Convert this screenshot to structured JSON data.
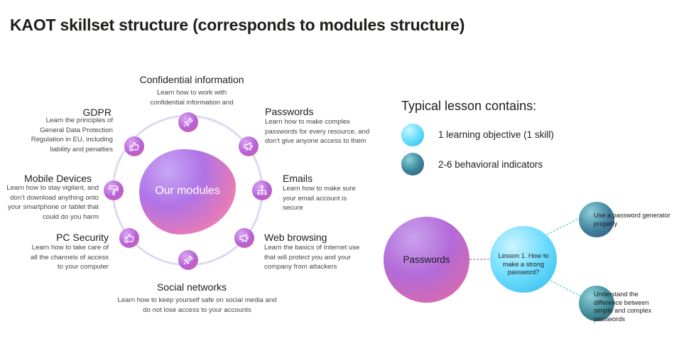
{
  "title": "KAOT skillset structure (corresponds to modules structure)",
  "center_label": "Our modules",
  "modules": {
    "confidential": {
      "title": "Confidential information",
      "desc": "Learn how to work with confidential information and"
    },
    "passwords": {
      "title": "Passwords",
      "desc": "Learn how to make complex passwords for every resource, and don’t give anyone access to them"
    },
    "emails": {
      "title": "Emails",
      "desc": "Learn how to make sure your email account is secure"
    },
    "web": {
      "title": "Web browsing",
      "desc": "Learn the basics of Internet use that will protect you and your company from attackers"
    },
    "social": {
      "title": "Social networks",
      "desc": "Learn how to keep yourself safe on social media and do not lose access to your accounts"
    },
    "pc": {
      "title": "PC Security",
      "desc": "Learn how to take care of all the channels of access to your computer"
    },
    "mobile": {
      "title": "Mobile Devices",
      "desc": "Learn how to stay vigilant, and don’t download anything onto your smartphone or tablet that could do you harm"
    },
    "gdpr": {
      "title": "GDPR",
      "desc": "Learn the principles of General Data Protection Regulation in EU, including liability and penalties"
    }
  },
  "node_icons": {
    "confidential": "pin-icon",
    "passwords": "megaphone-icon",
    "emails": "network-icon",
    "web": "megaphone-icon",
    "social": "pin-icon",
    "pc": "thumbs-up-icon",
    "mobile": "paint-roller-icon",
    "gdpr": "thumbs-up-icon"
  },
  "typical": {
    "heading": "Typical lesson contains:",
    "legend": [
      {
        "label": "1 learning objective (1 skill)",
        "color": "#4fd0f5"
      },
      {
        "label": "2-6 behavioral indicators",
        "color": "#3b7f94"
      }
    ]
  },
  "example": {
    "module": "Passwords",
    "lesson": "Lesson 1. How to make a strong password?",
    "indicators": [
      "Use a password generator properly",
      "Understand the difference between simple and complex passwords"
    ]
  },
  "colors": {
    "accent_purple": "#b36ad8",
    "accent_pink": "#e8689c",
    "ring": "#d9d7ee",
    "cyan": "#4fd0f5",
    "teal": "#3b7f94"
  }
}
